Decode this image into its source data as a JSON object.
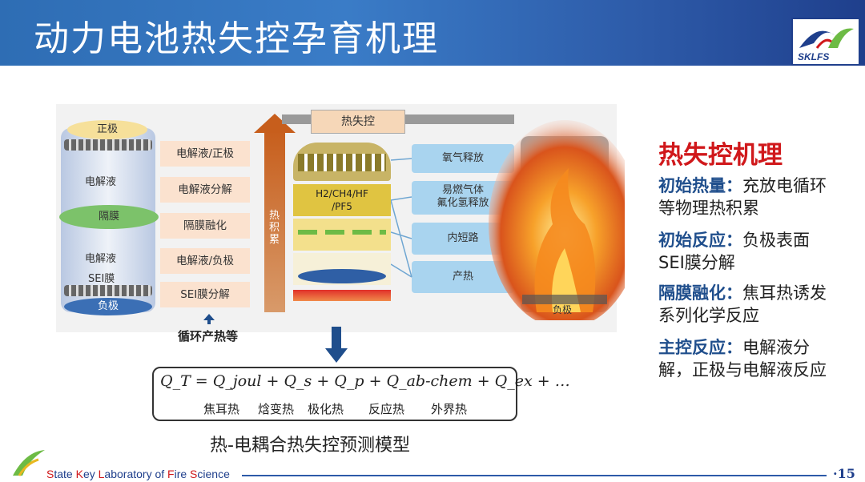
{
  "header": {
    "title": "动力电池热失控孕育机理",
    "logo_text": "SKLFS"
  },
  "diagram": {
    "column_labels": {
      "positive": "正极",
      "electrolyte_top": "电解液",
      "separator": "隔膜",
      "electrolyte_bottom": "电解液",
      "sei": "SEI膜",
      "negative": "负极"
    },
    "stages": [
      "电解液/正极",
      "电解液分解",
      "隔膜融化",
      "电解液/负极",
      "SEI膜分解"
    ],
    "heat_accumulation": "热积累",
    "thermal_runaway": "热失控",
    "gas_label_line1": "H2/CH4/HF",
    "gas_label_line2": "/PF5",
    "results": [
      "氧气释放",
      "易燃气体\n氟化氢释放",
      "内短路",
      "产热"
    ],
    "fire_negative_label": "负极",
    "cycle_label": "循环产热等",
    "formula": "Q_T = Q_joul + Q_s + Q_p + Q_ab-chem + Q_ex + …",
    "formula_terms": [
      "焦耳热",
      "焓变热",
      "极化热",
      "反应热",
      "外界热"
    ],
    "model_title": "热-电耦合热失控预测模型"
  },
  "mechanism": {
    "title": "热失控机理",
    "items": [
      {
        "key": "初始热量：",
        "text": "充放电循环等物理热积累"
      },
      {
        "key": "初始反应：",
        "text": "负极表面SEI膜分解"
      },
      {
        "key": "隔膜融化：",
        "text": "焦耳热诱发系列化学反应"
      },
      {
        "key": "主控反应：",
        "text": "电解液分解，正极与电解液反应"
      }
    ]
  },
  "footer": {
    "lab_name_parts": [
      "S",
      "tate ",
      "K",
      "ey ",
      "L",
      "aboratory of ",
      "F",
      "ire ",
      "S",
      "cience"
    ],
    "page_number": "·15"
  },
  "colors": {
    "header_blue": "#2e6db4",
    "accent_red": "#d0181b",
    "key_blue": "#1f4e8c"
  }
}
